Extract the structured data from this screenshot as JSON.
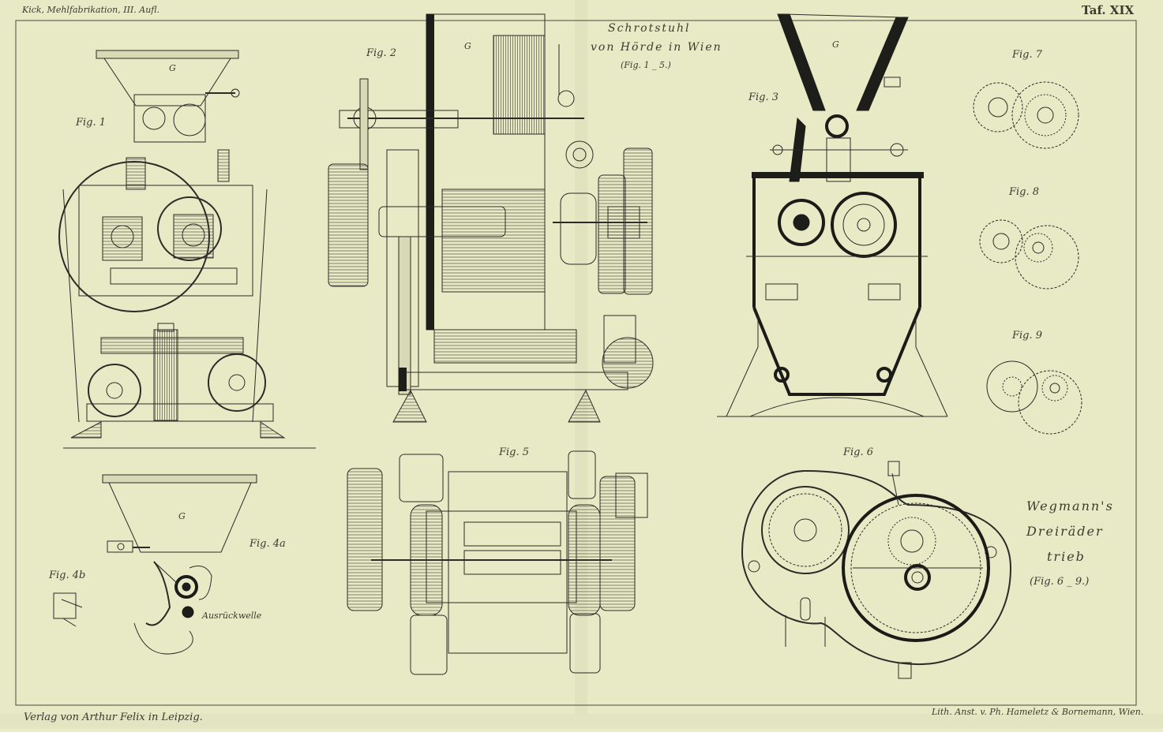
{
  "header": {
    "top_left": "Kick, Mehlfabrikation, III. Aufl.",
    "plate_number": "Taf. XIX"
  },
  "title_block": {
    "line1": "Schrotstuhl",
    "line2": "von Hörde in Wien",
    "line3": "(Fig. 1 _ 5.)"
  },
  "side_title": {
    "line1": "Wegmann's",
    "line2": "Dreiräder",
    "line3": "trieb",
    "line4": "(Fig. 6 _ 9.)"
  },
  "figure_labels": {
    "fig1": "Fig. 1",
    "fig2": "Fig. 2",
    "fig3": "Fig. 3",
    "fig4a": "Fig. 4a",
    "fig4b": "Fig. 4b",
    "fig5": "Fig. 5",
    "fig6": "Fig. 6",
    "fig7": "Fig. 7",
    "fig8": "Fig. 8",
    "fig9": "Fig. 9"
  },
  "annotations": {
    "ausruckwelle": "Ausrückwelle",
    "g1": "G",
    "g2": "G",
    "g3": "G",
    "g4": "G"
  },
  "footer": {
    "publisher": "Verlag von Arthur Felix in Leipzig.",
    "lithographer": "Lith. Anst. v. Ph. Hameletz & Bornemann, Wien."
  }
}
